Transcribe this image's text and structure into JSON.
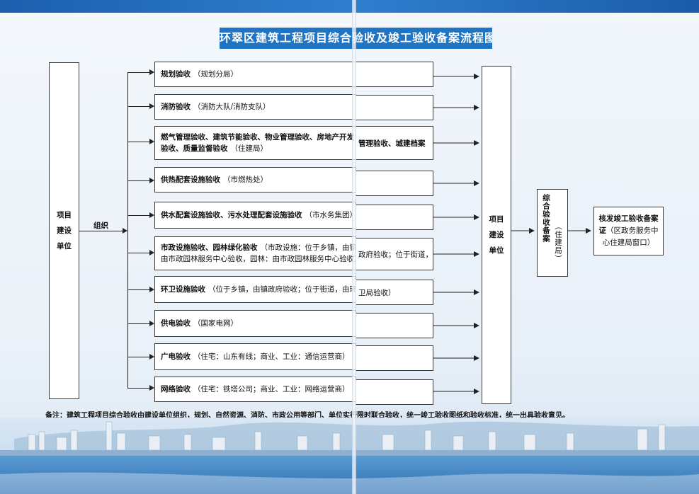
{
  "title": "环翠区建筑工程项目综合验收及竣工验收备案流程图",
  "left_box": {
    "lines": [
      "项目",
      "建设",
      "单位"
    ]
  },
  "organize_label": "组织",
  "items": [
    {
      "bold": "规划验收",
      "sub": "（规划分局）",
      "cont": ""
    },
    {
      "bold": "消防验收",
      "sub": "（消防大队/消防支队）",
      "cont": ""
    },
    {
      "bold": "燃气管理验收、建筑节能验收、物业管理验收、房地产开发",
      "sub": "",
      "line2_bold": "验收、质量监督验收",
      "line2_sub": "（住建局）",
      "cont": "管理验收、城建档案"
    },
    {
      "bold": "供热配套设施验收",
      "sub": "（市燃热处）",
      "cont": ""
    },
    {
      "bold": "供水配套设施验收、污水处理配套设施验收",
      "sub": "（市水务集团）",
      "cont": ""
    },
    {
      "bold": "市政设施验收、园林绿化验收",
      "sub": "（市政设施：位于乡镇，由镇",
      "line2_bold": "",
      "line2_sub": "由市政园林服务中心验收，园林：由市政园林服务中心验收）",
      "cont": "政府验收；位于街道，",
      "cont2": ""
    },
    {
      "bold": "环卫设施验收",
      "sub": "（位于乡镇，由镇政府验收；位于街道，由环",
      "cont": "卫局验收）"
    },
    {
      "bold": "供电验收",
      "sub": "（国家电网）",
      "cont": ""
    },
    {
      "bold": "广电验收",
      "sub": "（住宅：山东有线；商业、工业：通信运营商）",
      "cont": ""
    },
    {
      "bold": "网络验收",
      "sub": "（住宅：铁塔公司；商业、工业：网络运营商）",
      "cont": ""
    }
  ],
  "right_box": {
    "lines": [
      "项目",
      "建设",
      "单位"
    ]
  },
  "record_box": {
    "title": "综合验收备案",
    "sub": "（住建局）"
  },
  "final_box": {
    "bold": "核发竣工验收备案证",
    "sub": "（区政务服务中心住建局窗口）"
  },
  "note": "备注：建筑工程项目综合验收由建设单位组织，规划、自然资源、消防、市政公用等部门、单位实行限时联合验收，统一竣工验收图纸和验收标准，统一出具验收意见。",
  "colors": {
    "title_bg": "#1f74c3",
    "band": "#1c5fae",
    "sea": "#3d84c4"
  }
}
